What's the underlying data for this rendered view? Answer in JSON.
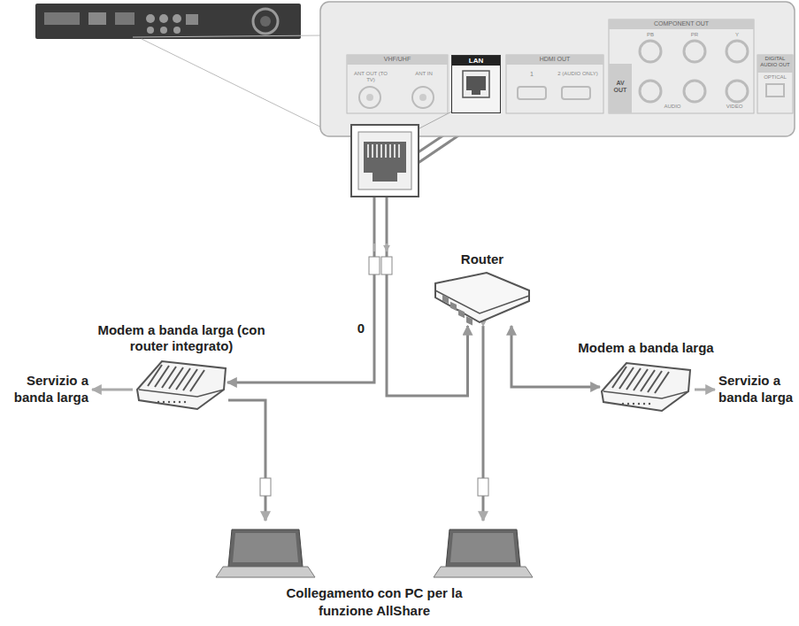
{
  "diagram": {
    "nodes": [
      {
        "text": [
          "Modem a banda larga (con router integrato)"
        ]
      },
      {
        "text": [
          "Router"
        ]
      },
      {
        "text": [
          "Modem a banda larga"
        ]
      },
      {
        "text": [
          "LAN"
        ]
      }
    ],
    "edges": [
      {
        "from": 3,
        "to": 0,
        "arrow": "both"
      },
      {
        "from": 3,
        "to": 1,
        "arrow": "both"
      },
      {
        "from": 1,
        "to": 2,
        "arrow": "both"
      }
    ],
    "labels": [
      "VHF/UHF",
      "ANT OUT (TO TV)",
      "ANT IN",
      "HDMI OUT",
      "1",
      "2 (AUDIO ONLY)",
      "COMPONENT OUT",
      "Y",
      "PB",
      "PR",
      "AV OUT",
      "AUDIO",
      "VIDEO",
      "DIGITAL AUDIO OUT",
      "OPTICAL",
      "0",
      "Servizio a banda larga",
      "Servizio a banda larga",
      "Collegamento con PC per la funzione AllShare"
    ]
  }
}
